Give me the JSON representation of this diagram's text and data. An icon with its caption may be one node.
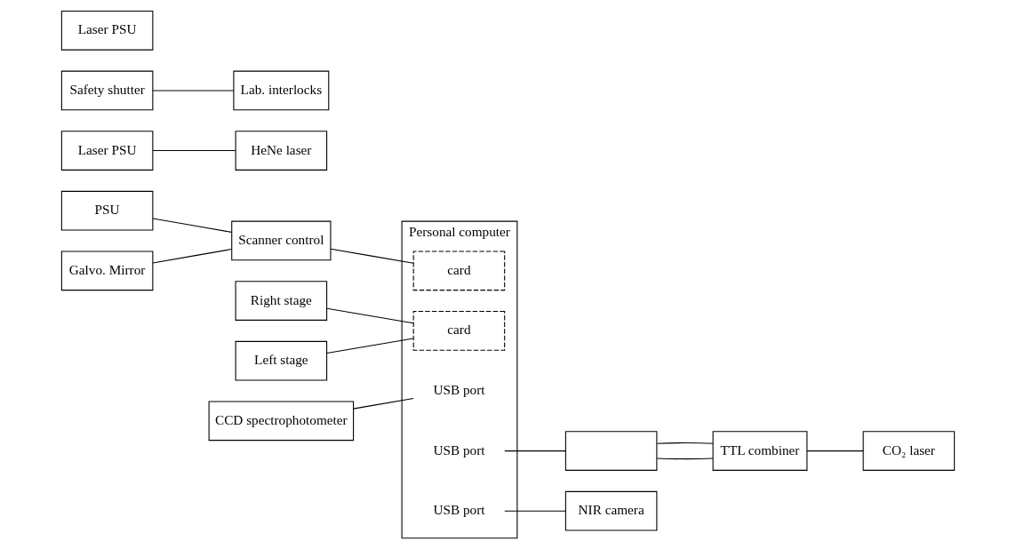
{
  "diagram": {
    "nodes": [
      {
        "text": [
          "PSU"
        ]
      },
      {
        "text": [
          "Galvo. Mirror"
        ]
      },
      {
        "text": [
          "Scanner control"
        ]
      },
      {
        "text": [
          "Right stage"
        ]
      },
      {
        "text": [
          "Left stage"
        ]
      },
      {
        "text": [
          "CCD spectrophotometer"
        ]
      },
      {
        "text": [
          "Personal computer"
        ]
      },
      {
        "text": [
          "card"
        ],
        "in": 6
      },
      {
        "text": [
          "card"
        ],
        "in": 6
      },
      {
        "text": [
          "USB port"
        ],
        "in": 6
      },
      {
        "text": [
          "USB port"
        ],
        "in": 6
      },
      {
        "text": [
          "USB port"
        ],
        "in": 6
      },
      {
        "text": [
          "Laser PSU"
        ]
      },
      {
        "text": [
          "HeNe laser"
        ]
      },
      {
        "text": [
          "Safety shutter"
        ]
      },
      {
        "text": [
          "Lab. interlocks"
        ]
      },
      {
        "text": [],
        "shape": "box"
      },
      {
        "text": [
          "TTL combiner"
        ]
      },
      {
        "text": [
          "Laser PSU"
        ]
      },
      {
        "text": [
          "CO₂ laser"
        ]
      },
      {
        "text": [
          "NIR camera"
        ]
      }
    ],
    "edges": [
      {
        "from": 0,
        "to": 2,
        "arrow": "none"
      },
      {
        "from": 1,
        "to": 2,
        "arrow": "none"
      },
      {
        "from": 2,
        "to": 7,
        "arrow": "none"
      },
      {
        "from": 3,
        "to": 8,
        "arrow": "none"
      },
      {
        "from": 4,
        "to": 8,
        "arrow": "none"
      },
      {
        "from": 5,
        "to": 9,
        "arrow": "none"
      },
      {
        "from": 10,
        "to": 16,
        "arrow": "none"
      },
      {
        "from": 16,
        "to": 17,
        "arrow": "none"
      },
      {
        "from": 16,
        "to": 17,
        "arrow": "none"
      },
      {
        "from": 17,
        "to": 19,
        "arrow": "none"
      },
      {
        "from": 11,
        "to": 20,
        "arrow": "none"
      },
      {
        "from": 12,
        "to": 13,
        "arrow": "none"
      },
      {
        "from": 14,
        "to": 15,
        "arrow": "none"
      }
    ]
  }
}
